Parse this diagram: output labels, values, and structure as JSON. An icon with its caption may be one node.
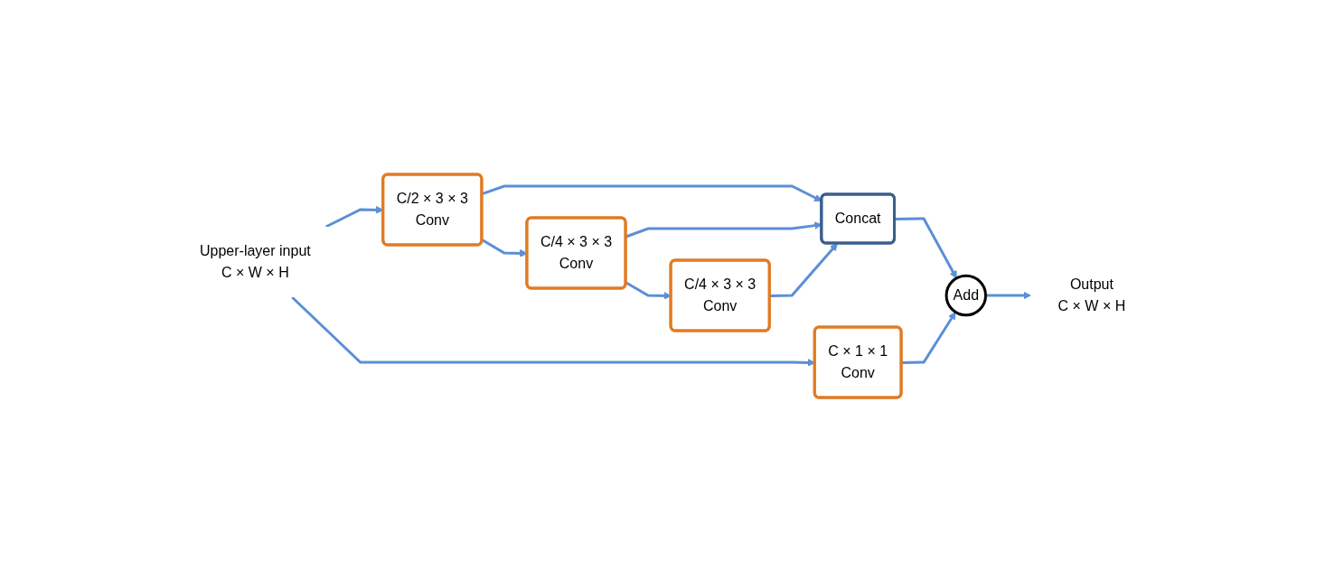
{
  "diagram": {
    "nodes": [
      {
        "text": [
          "Upper-layer input",
          "C × W × H"
        ]
      },
      {
        "text": [
          "C/2 × 3 × 3",
          "Conv"
        ]
      },
      {
        "text": [
          "C/4 × 3 × 3",
          "Conv"
        ]
      },
      {
        "text": [
          "C/4 × 3 × 3",
          "Conv"
        ]
      },
      {
        "text": [
          "Concat"
        ]
      },
      {
        "text": [
          "Add"
        ]
      },
      {
        "text": [
          "Output",
          "C × W × H"
        ]
      },
      {
        "text": [
          "C × 1 × 1",
          "Conv"
        ]
      }
    ],
    "edges": [
      {
        "from": 0,
        "to": 1,
        "arrow": "to"
      },
      {
        "from": 0,
        "to": 7,
        "arrow": "to"
      },
      {
        "from": 1,
        "to": 2,
        "arrow": "to"
      },
      {
        "from": 1,
        "to": 4,
        "arrow": "to"
      },
      {
        "from": 2,
        "to": 3,
        "arrow": "to"
      },
      {
        "from": 2,
        "to": 4,
        "arrow": "to"
      },
      {
        "from": 3,
        "to": 4,
        "arrow": "to"
      },
      {
        "from": 4,
        "to": 5,
        "arrow": "to"
      },
      {
        "from": 7,
        "to": 5,
        "arrow": "to"
      },
      {
        "from": 5,
        "to": 6,
        "arrow": "to"
      }
    ]
  }
}
